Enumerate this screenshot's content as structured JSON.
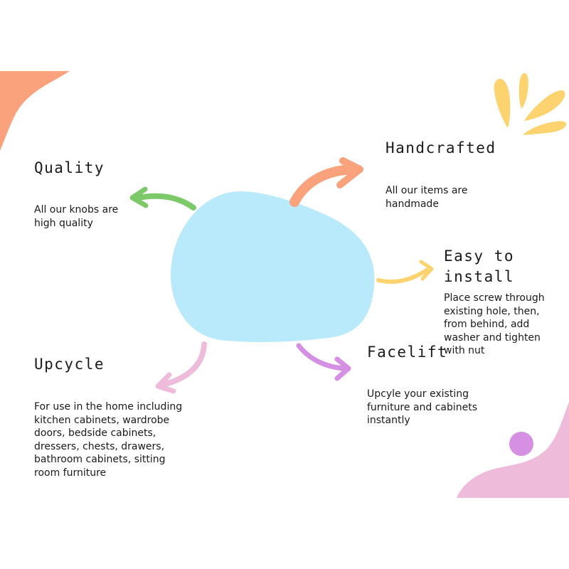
{
  "colors": {
    "center_blob": "#b9eafb",
    "orange": "#f9a27c",
    "yellow": "#fdd36f",
    "green": "#7cc96a",
    "pink": "#efbbdb",
    "purple": "#d58fe3",
    "text": "#1a1a1a"
  },
  "nodes": {
    "quality": {
      "title": "Quality",
      "desc": "All our knobs are\nhigh quality"
    },
    "handcrafted": {
      "title": "Handcrafted",
      "desc": "All our items are\nhandmade"
    },
    "easy_install": {
      "title": "Easy to\ninstall",
      "desc": "Place screw through\nexisting hole, then,\nfrom behind, add\nwasher and tighten\nwith nut"
    },
    "facelift": {
      "title": "Facelift",
      "desc": "Upcyle your existing\nfurniture and cabinets\ninstantly"
    },
    "upcycle": {
      "title": "Upcycle",
      "desc": "For use in the home including\nkitchen cabinets, wardrobe\ndoors, bedside cabinets,\ndressers, chests, drawers,\nbathroom cabinets, sitting\nroom furniture"
    }
  }
}
